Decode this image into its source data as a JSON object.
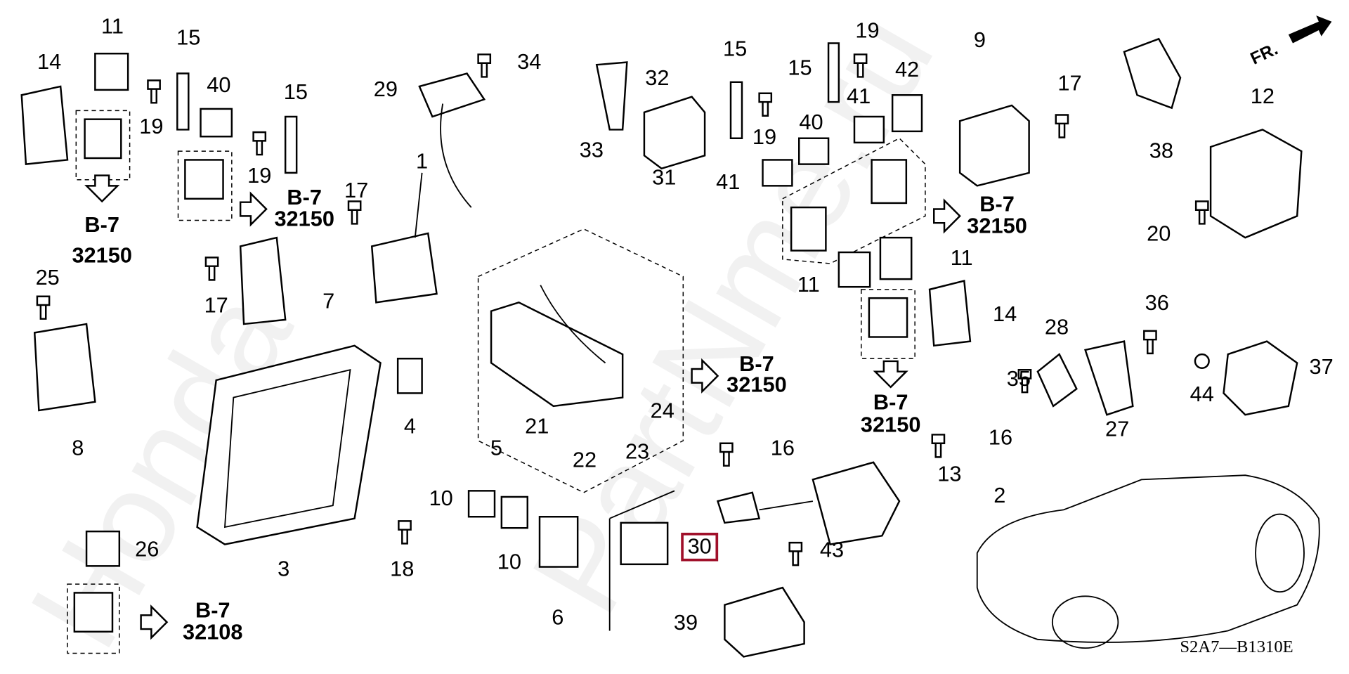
{
  "diagram": {
    "callouts": [
      "11",
      "15",
      "14",
      "40",
      "19",
      "15",
      "19",
      "34",
      "29",
      "32",
      "33",
      "31",
      "1",
      "17",
      "17",
      "7",
      "25",
      "8",
      "3",
      "4",
      "18",
      "26",
      "5",
      "21",
      "22",
      "23",
      "24",
      "10",
      "10",
      "6",
      "39",
      "43",
      "16",
      "16",
      "13",
      "2",
      "15",
      "19",
      "15",
      "42",
      "41",
      "40",
      "19",
      "41",
      "9",
      "17",
      "38",
      "12",
      "20",
      "11",
      "11",
      "14",
      "36",
      "28",
      "35",
      "37",
      "44",
      "27"
    ],
    "highlighted_callout": "30",
    "highlight_color": "#a0102a",
    "references": [
      {
        "page": "B-7",
        "code": "32150"
      },
      {
        "page": "B-7",
        "code": "32150"
      },
      {
        "page": "B-7",
        "code": "32108"
      },
      {
        "page": "B-7",
        "code": "32150"
      },
      {
        "page": "B-7",
        "code": "32150"
      },
      {
        "page": "B-7",
        "code": "32150"
      }
    ],
    "front_indicator": "FR.",
    "diagram_code": "S2A7—B1310E",
    "watermark": "HondaPartNme.ru"
  }
}
